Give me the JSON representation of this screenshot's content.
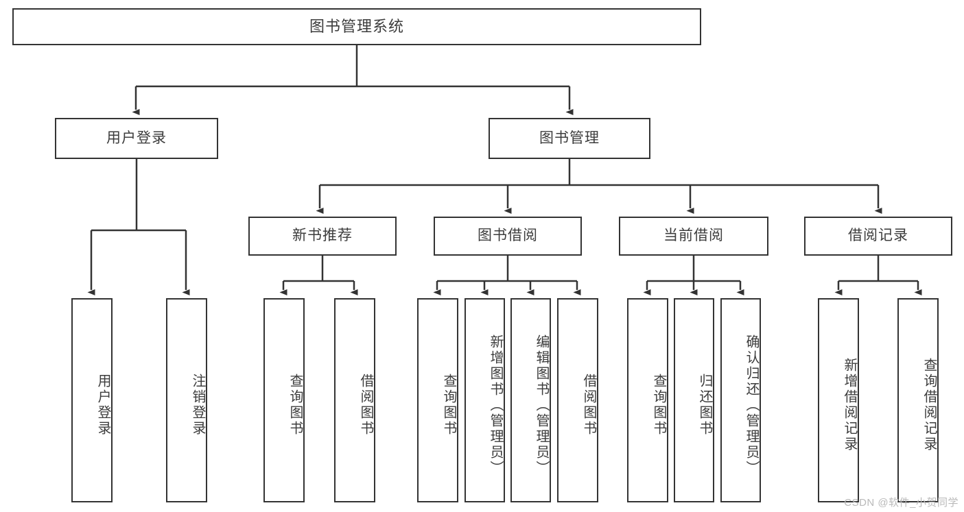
{
  "diagram": {
    "title": "图书管理系统",
    "type": "tree",
    "root": {
      "id": "root",
      "label": "图书管理系统"
    },
    "level2": [
      {
        "id": "user-login",
        "label": "用户登录"
      },
      {
        "id": "book-manage",
        "label": "图书管理"
      }
    ],
    "level3": [
      {
        "id": "new-book-recommend",
        "label": "新书推荐",
        "parent": "book-manage"
      },
      {
        "id": "book-borrow",
        "label": "图书借阅",
        "parent": "book-manage"
      },
      {
        "id": "current-borrow",
        "label": "当前借阅",
        "parent": "book-manage"
      },
      {
        "id": "borrow-record",
        "label": "借阅记录",
        "parent": "book-manage"
      }
    ],
    "leaves": [
      {
        "id": "leaf-user-login",
        "label": "用户登录",
        "parent": "user-login"
      },
      {
        "id": "leaf-logout-login",
        "label": "注销登录",
        "parent": "user-login"
      },
      {
        "id": "leaf-query-book-1",
        "label": "查询图书",
        "parent": "new-book-recommend"
      },
      {
        "id": "leaf-borrow-book-1",
        "label": "借阅图书",
        "parent": "new-book-recommend"
      },
      {
        "id": "leaf-query-book-2",
        "label": "查询图书",
        "parent": "book-borrow"
      },
      {
        "id": "leaf-add-book",
        "label": "新增图书（管理员）",
        "parent": "book-borrow"
      },
      {
        "id": "leaf-edit-book",
        "label": "编辑图书（管理员）",
        "parent": "book-borrow"
      },
      {
        "id": "leaf-borrow-book-2",
        "label": "借阅图书",
        "parent": "book-borrow"
      },
      {
        "id": "leaf-query-book-3",
        "label": "查询图书",
        "parent": "current-borrow"
      },
      {
        "id": "leaf-return-book",
        "label": "归还图书",
        "parent": "current-borrow"
      },
      {
        "id": "leaf-confirm-return",
        "label": "确认归还（管理员）",
        "parent": "current-borrow"
      },
      {
        "id": "leaf-add-record",
        "label": "新增借阅记录",
        "parent": "borrow-record"
      },
      {
        "id": "leaf-query-record",
        "label": "查询借阅记录",
        "parent": "borrow-record"
      }
    ]
  },
  "watermark": {
    "text": "CSDN @软件_小贺同学"
  },
  "colors": {
    "stroke": "#333333",
    "text": "#3c3c3c",
    "background": "#ffffff",
    "watermark": "#b9b9b9"
  }
}
